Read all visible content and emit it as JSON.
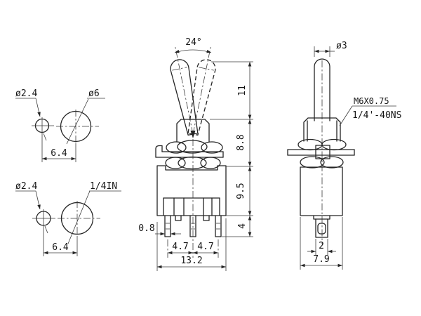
{
  "drawing": {
    "title": "toggle switch dimensional drawing",
    "line_color": "#242424",
    "background": "#ffffff",
    "hole_pattern_top": {
      "small_dia": "ø2.4",
      "large_dia": "ø6",
      "pitch": "6.4"
    },
    "hole_pattern_bottom": {
      "small_dia": "ø2.4",
      "large_label": "1/4IN",
      "pitch": "6.4"
    },
    "front_view": {
      "throw_angle": "24°",
      "lever_height": "11",
      "bushing_height": "8.8",
      "body_height": "9.5",
      "terminal_length": "4",
      "terminal_thickness": "0.8",
      "terminal_pitch_left": "4.7",
      "terminal_pitch_right": "4.7",
      "overall_width": "13.2"
    },
    "side_view": {
      "lever_dia": "ø3",
      "thread_metric": "M6X0.75",
      "thread_imperial": "1/4'-40NS",
      "terminal_width": "2",
      "overall_depth": "7.9"
    }
  }
}
